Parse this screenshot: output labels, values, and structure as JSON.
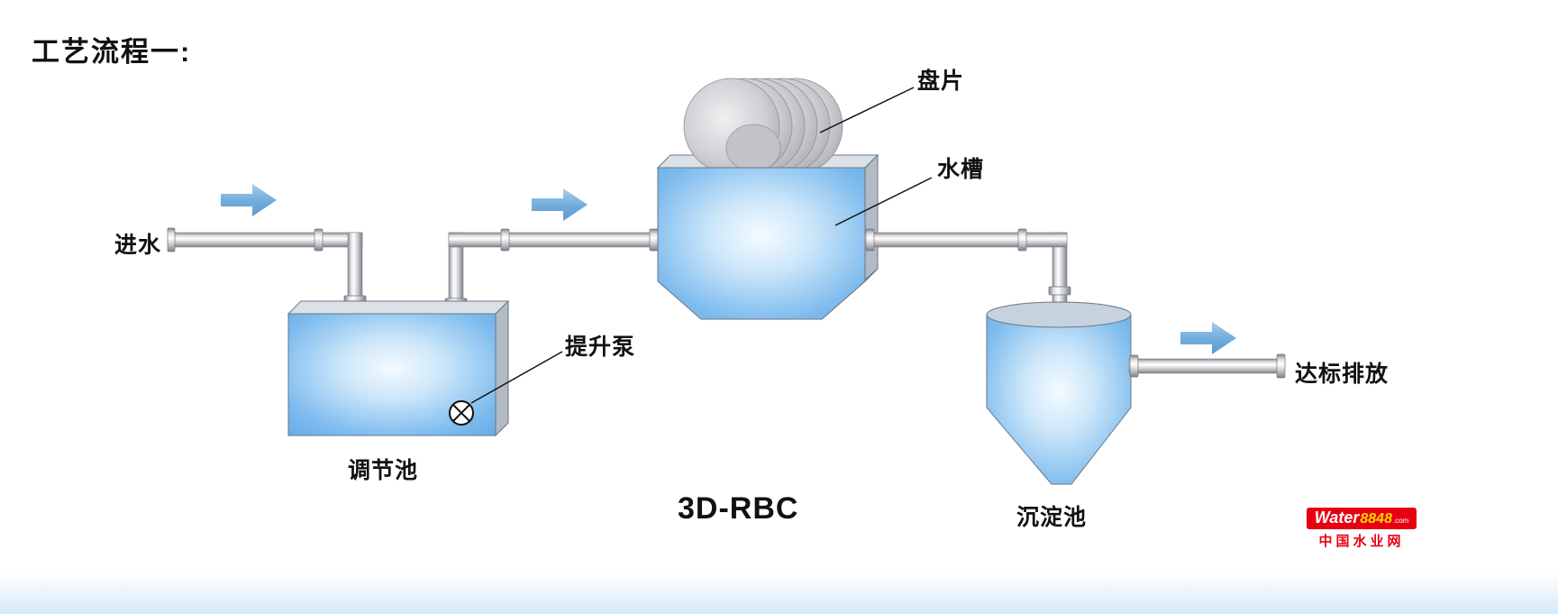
{
  "title": "工艺流程一:",
  "process_title": "3D-RBC",
  "labels": {
    "inflow": "进水",
    "regulation_tank": "调节池",
    "lift_pump": "提升泵",
    "disc": "盘片",
    "water_trough": "水槽",
    "sedimentation_tank": "沉淀池",
    "discharge": "达标排放"
  },
  "logo": {
    "brand": "Water",
    "number": "8848",
    "tld": ".com",
    "subtitle": "中国水业网"
  },
  "colors": {
    "tank_blue": "#6fb1e8",
    "arrow_blue": "#74aedd",
    "pipe_gray": "#c3c4c9",
    "disc_gray": "#cfcfd4",
    "text": "#111111",
    "logo_red": "#e60012",
    "logo_yellow": "#ffd900"
  }
}
